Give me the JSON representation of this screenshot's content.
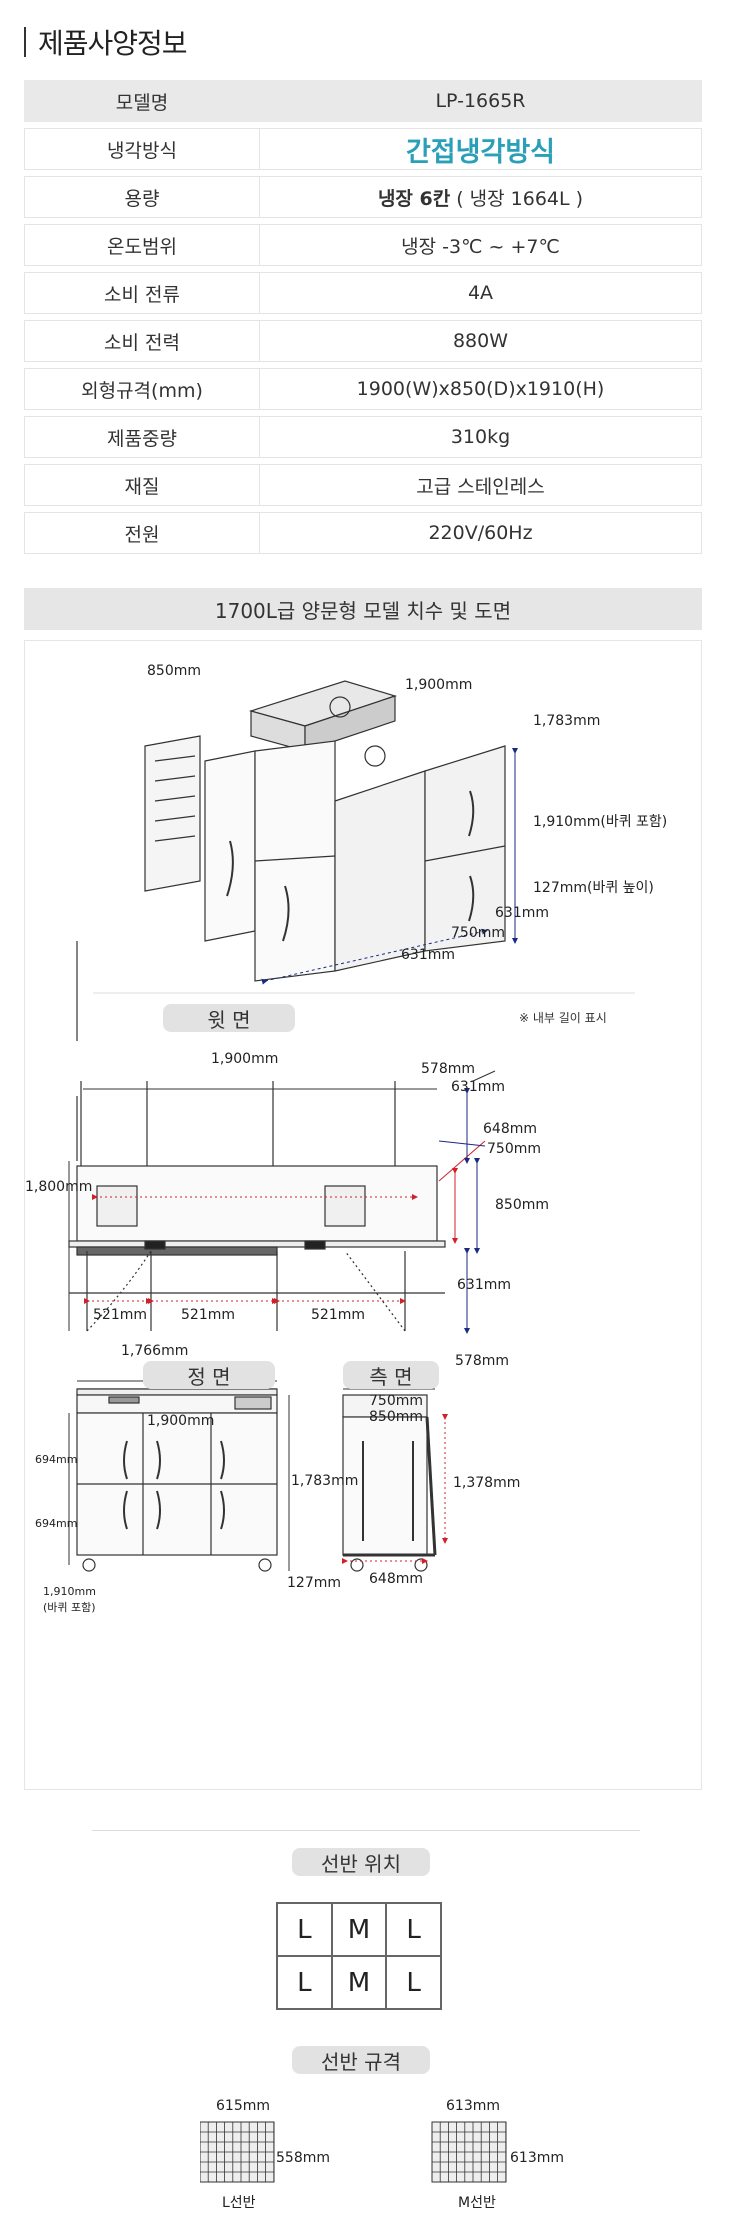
{
  "title": "제품사양정보",
  "spec": {
    "rows": [
      {
        "label": "모델명",
        "value": "LP-1665R"
      },
      {
        "label": "냉각방식",
        "value": "간접냉각방식"
      },
      {
        "label": "용량",
        "value_bold": "냉장 6칸",
        "value_rest": "( 냉장 1664L )"
      },
      {
        "label": "온도범위",
        "value": "냉장 -3℃ ~ +7℃"
      },
      {
        "label": "소비 전류",
        "value": "4A"
      },
      {
        "label": "소비 전력",
        "value": "880W"
      },
      {
        "label": "외형규격(mm)",
        "value": "1900(W)x850(D)x1910(H)"
      },
      {
        "label": "제품중량",
        "value": "310kg"
      },
      {
        "label": "재질",
        "value": "고급 스테인레스"
      },
      {
        "label": "전원",
        "value": "220V/60Hz"
      }
    ]
  },
  "dims_title": "1700L급 양문형 모델 치수 및 도면",
  "iso": {
    "d850": "850mm",
    "d1900": "1,900mm",
    "d1783": "1,783mm",
    "d1910": "1,910mm(바퀴 포함)",
    "d127": "127mm(바퀴 높이)",
    "d631a": "631mm",
    "d750": "750mm",
    "d631b": "631mm"
  },
  "top_view": {
    "label": "윗 면",
    "note": "※ 내부 길이 표시",
    "d1900": "1,900mm",
    "d578a": "578mm",
    "d631a": "631mm",
    "d648": "648mm",
    "d750": "750mm",
    "d1800": "1,800mm",
    "d850": "850mm",
    "d521a": "521mm",
    "d521b": "521mm",
    "d521c": "521mm",
    "d631b": "631mm",
    "d1766": "1,766mm",
    "d578b": "578mm"
  },
  "front_view": {
    "label": "정 면",
    "d1900": "1,900mm",
    "d1783": "1,783mm",
    "d127": "127mm",
    "d694a": "694mm",
    "d694b": "694mm",
    "d1910": "1,910mm",
    "d1910_note": "(바퀴 포함)"
  },
  "side_view": {
    "label": "측 면",
    "d750": "750mm",
    "d850": "850mm",
    "d1378": "1,378mm",
    "d648": "648mm"
  },
  "shelf_position": {
    "label": "선반 위치",
    "cells": [
      "L",
      "M",
      "L",
      "L",
      "M",
      "L"
    ]
  },
  "shelf_spec": {
    "label": "선반 규격",
    "l_width": "615mm",
    "l_depth": "558mm",
    "l_name": "L선반",
    "m_width": "613mm",
    "m_depth": "613mm",
    "m_name": "M선반"
  },
  "colors": {
    "accent": "#2aa0b8",
    "dim_red": "#d0202a",
    "dim_navy": "#1a2a80"
  }
}
